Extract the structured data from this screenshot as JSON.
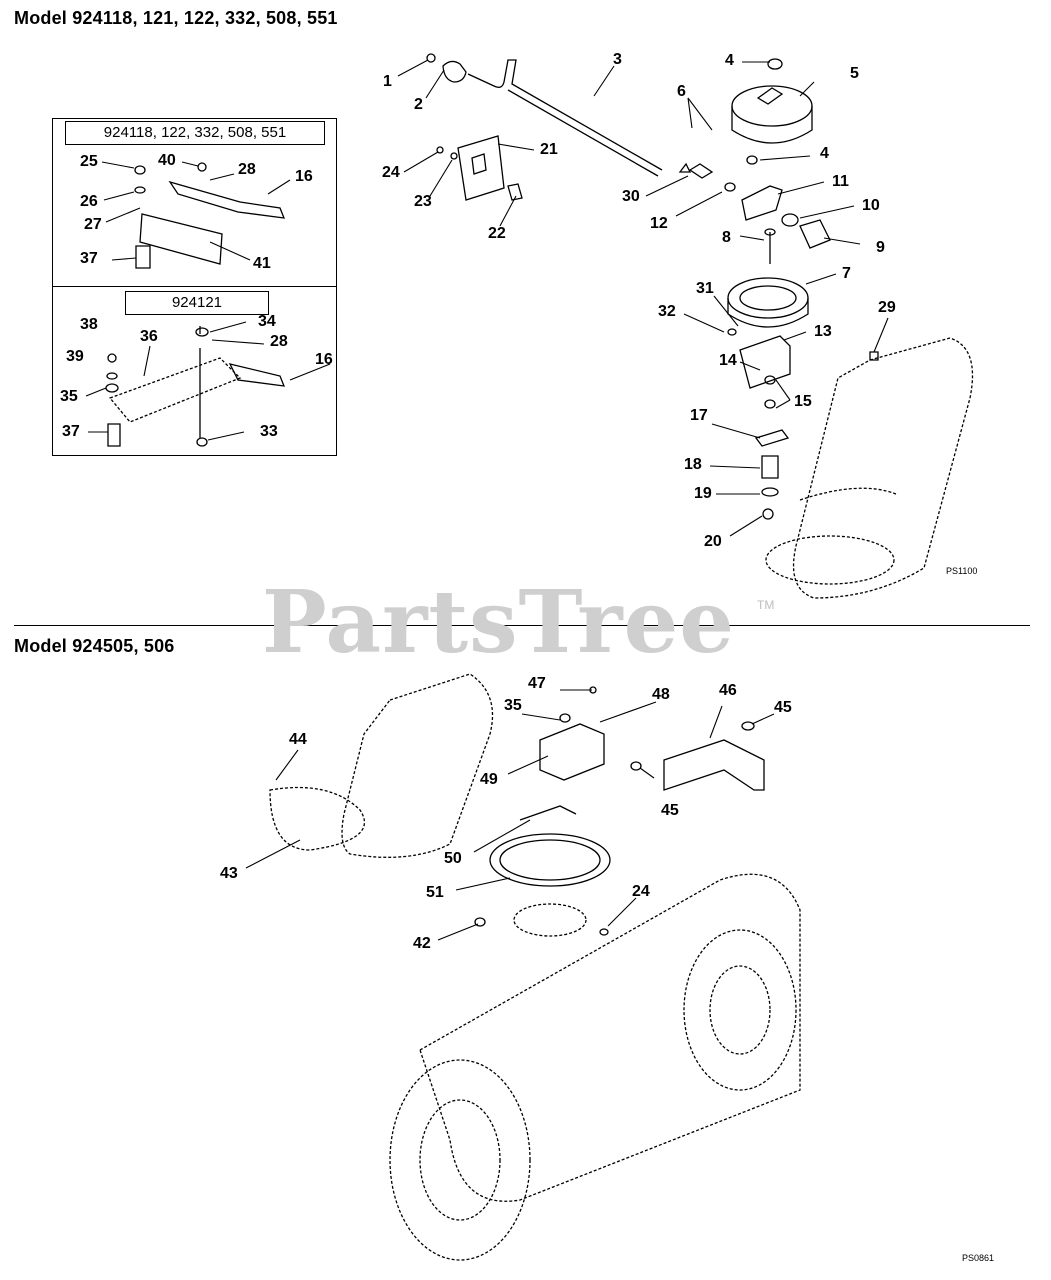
{
  "diagram": {
    "section_top_title": "Model 924118, 121, 122, 332, 508, 551",
    "section_bottom_title": "Model 924505, 506",
    "inset_top_label": "924118, 122, 332, 508, 551",
    "inset_bottom_label": "924121",
    "watermark": "PartsTree",
    "trademark": "TM",
    "figure_code_top": "PS1100",
    "figure_code_bottom": "PS0861"
  },
  "callouts": {
    "c1": "1",
    "c2": "2",
    "c3": "3",
    "c4a": "4",
    "c4b": "4",
    "c5": "5",
    "c6": "6",
    "c7": "7",
    "c8": "8",
    "c9": "9",
    "c10": "10",
    "c11": "11",
    "c12": "12",
    "c13": "13",
    "c14": "14",
    "c15": "15",
    "c16a": "16",
    "c16b": "16",
    "c17": "17",
    "c18": "18",
    "c19": "19",
    "c20": "20",
    "c21": "21",
    "c22": "22",
    "c23": "23",
    "c24a": "24",
    "c24b": "24",
    "c25": "25",
    "c26": "26",
    "c27": "27",
    "c28a": "28",
    "c28b": "28",
    "c29": "29",
    "c30": "30",
    "c31": "31",
    "c32": "32",
    "c33": "33",
    "c34": "34",
    "c35a": "35",
    "c35b": "35",
    "c36": "36",
    "c37a": "37",
    "c37b": "37",
    "c38": "38",
    "c39": "39",
    "c40": "40",
    "c41": "41",
    "c42": "42",
    "c43": "43",
    "c44": "44",
    "c45a": "45",
    "c45b": "45",
    "c46": "46",
    "c47": "47",
    "c48": "48",
    "c49": "49",
    "c50": "50",
    "c51": "51"
  }
}
